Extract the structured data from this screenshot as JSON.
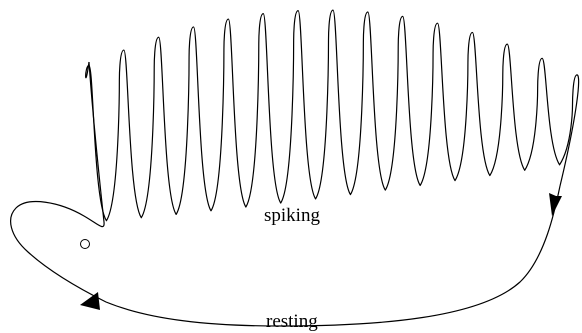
{
  "diagram": {
    "labels": {
      "spiking": "spiking",
      "resting": "resting"
    },
    "colors": {
      "stroke": "#000000",
      "background": "#ffffff"
    },
    "spike_count": 15,
    "markers": {
      "eye_icon": "open-circle",
      "arrow_icon": "filled-triangle"
    }
  }
}
